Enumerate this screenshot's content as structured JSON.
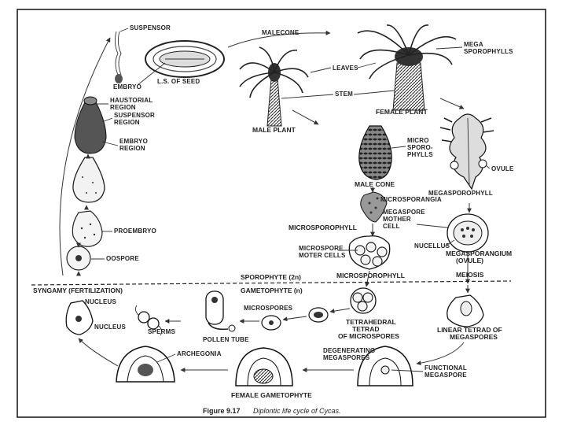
{
  "labels": {
    "suspensor": "SUSPENSOR",
    "malecone": "MALECONE",
    "mega_sporophylls_1": "MEGA",
    "mega_sporophylls_2": "SPOROPHYLLS",
    "ls_of_seed": "L.S. OF SEED",
    "leaves": "LEAVES",
    "embryo": "EMBRYO",
    "stem": "STEM",
    "haustorial_1": "HAUSTORIAL",
    "haustorial_2": "REGION",
    "suspensor_region_1": "SUSPENSOR",
    "suspensor_region_2": "REGION",
    "male_plant": "MALE PLANT",
    "female_plant": "FEMALE PLANT",
    "embryo_region_1": "EMBRYO",
    "embryo_region_2": "REGION",
    "micro_sporophylls_1": "MICRO",
    "micro_sporophylls_2": "SPORO-",
    "micro_sporophylls_3": "PHYLLS",
    "ovule": "OVULE",
    "male_cone": "MALE CONE",
    "megasporophyll": "MEGASPOROPHYLL",
    "microsporangia": "MICROSPORANGIA",
    "megaspore_mother_cell_1": "MEGASPORE",
    "megaspore_mother_cell_2": "MOTHER",
    "megaspore_mother_cell_3": "CELL",
    "proembryo": "PROEMBRYO",
    "microsporophyll_mid": "MICROSPOROPHYLL",
    "oospore": "OOSPORE",
    "microspore_moter_cells_1": "MICROSPORE",
    "microspore_moter_cells_2": "MOTER CELLS",
    "nucellus": "NUCELLUS",
    "megasporangium_1": "MEGASPORANGIUM",
    "megasporangium_2": "(OVULE)",
    "microsporophyll_low": "MICROSPOROPHYLL",
    "meiosis": "MEIOSIS",
    "sporophyte": "SPOROPHYTE (2n)",
    "syngamy": "SYNGAMY (FERTILIZATION)",
    "gametophyte": "GAMETOPHYTE (n)",
    "nucleus_1": "NUCLEUS",
    "microspores": "MICROSPORES",
    "nucleus_2": "NUCLEUS",
    "sperms": "SPERMS",
    "tetrahedral_1": "TETRAHEDRAL",
    "tetrahedral_2": "TETRAD",
    "tetrahedral_3": "OF MICROSPORES",
    "linear_tetrad_1": "LINEAR TETRAD OF",
    "linear_tetrad_2": "MEGASPORES",
    "pollen_tube": "POLLEN TUBE",
    "archegonia": "ARCHEGONIA",
    "degenerating_1": "DEGENERATING",
    "degenerating_2": "MEGASPORES",
    "functional_1": "FUNCTIONAL",
    "functional_2": "MEGASPORE",
    "female_gametophyte": "FEMALE GAMETOPHYTE"
  },
  "caption": {
    "figure": "Figure 9.17",
    "text": "Diplontic life cycle of Cycas."
  },
  "colors": {
    "ink": "#222222",
    "paper": "#ffffff"
  }
}
